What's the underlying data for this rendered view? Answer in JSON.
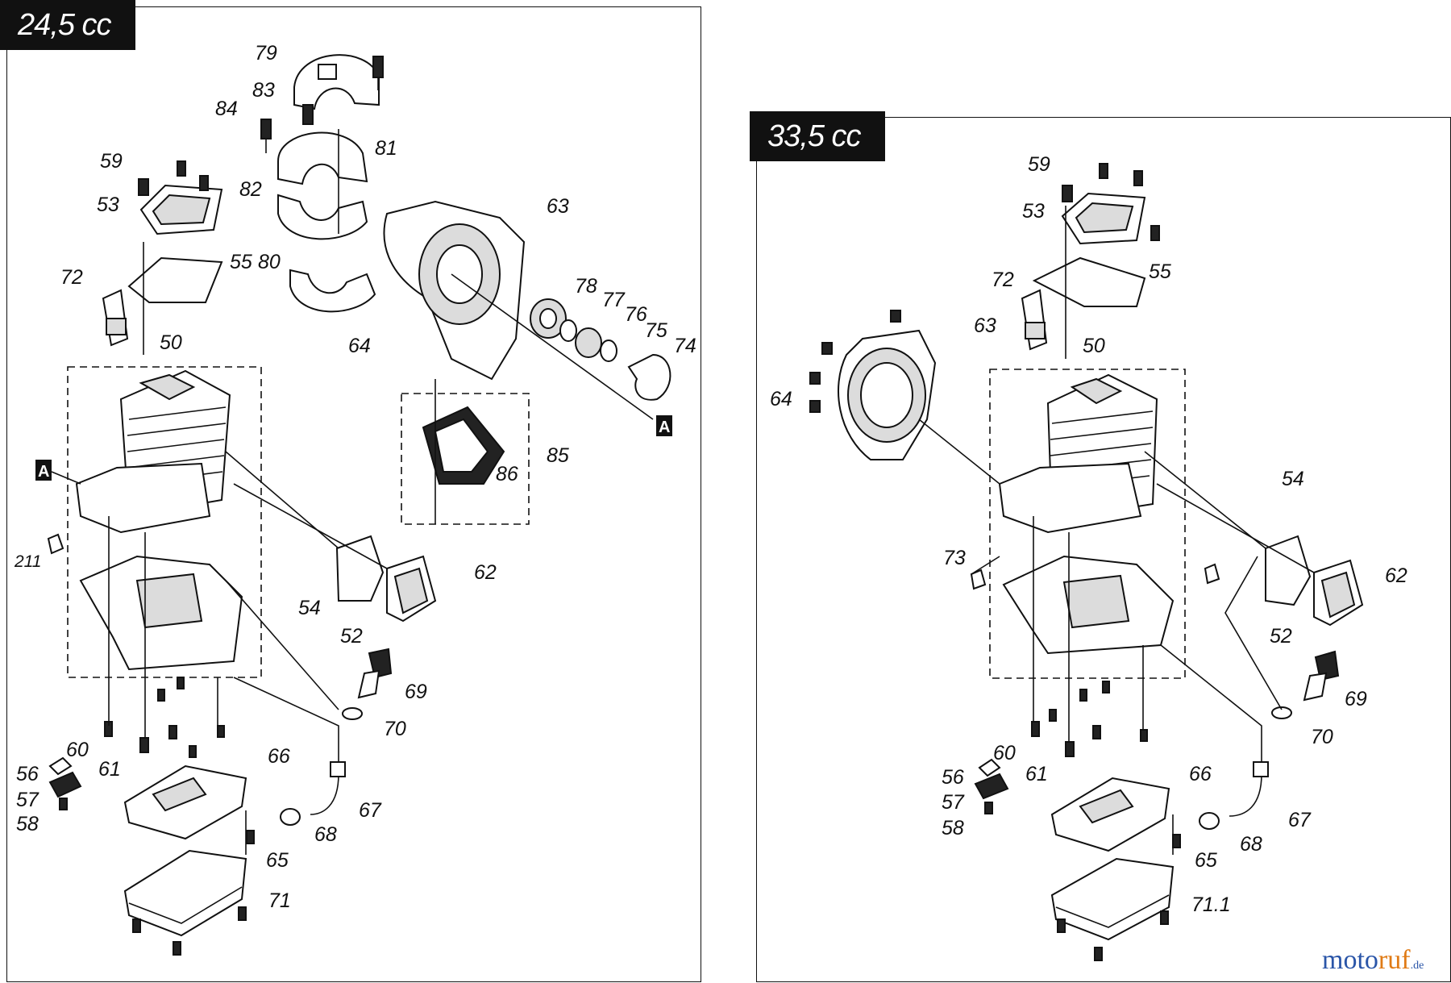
{
  "panels": {
    "left": {
      "title": "24,5 cc"
    },
    "right": {
      "title": "33,5 cc"
    }
  },
  "marker": "A",
  "labels_left": [
    "79",
    "84",
    "83",
    "81",
    "59",
    "53",
    "82",
    "63",
    "55",
    "80",
    "72",
    "78",
    "77",
    "76",
    "75",
    "74",
    "64",
    "50",
    "85",
    "86",
    "211",
    "62",
    "54",
    "52",
    "69",
    "70",
    "60",
    "56",
    "61",
    "66",
    "57",
    "67",
    "58",
    "68",
    "65",
    "71"
  ],
  "labels_right": [
    "59",
    "53",
    "55",
    "72",
    "63",
    "50",
    "64",
    "54",
    "73",
    "62",
    "52",
    "69",
    "70",
    "60",
    "56",
    "61",
    "66",
    "57",
    "67",
    "58",
    "68",
    "65",
    "71.1"
  ],
  "watermark": {
    "brand_a": "moto",
    "brand_b": "ruf",
    "tld": ".de"
  }
}
